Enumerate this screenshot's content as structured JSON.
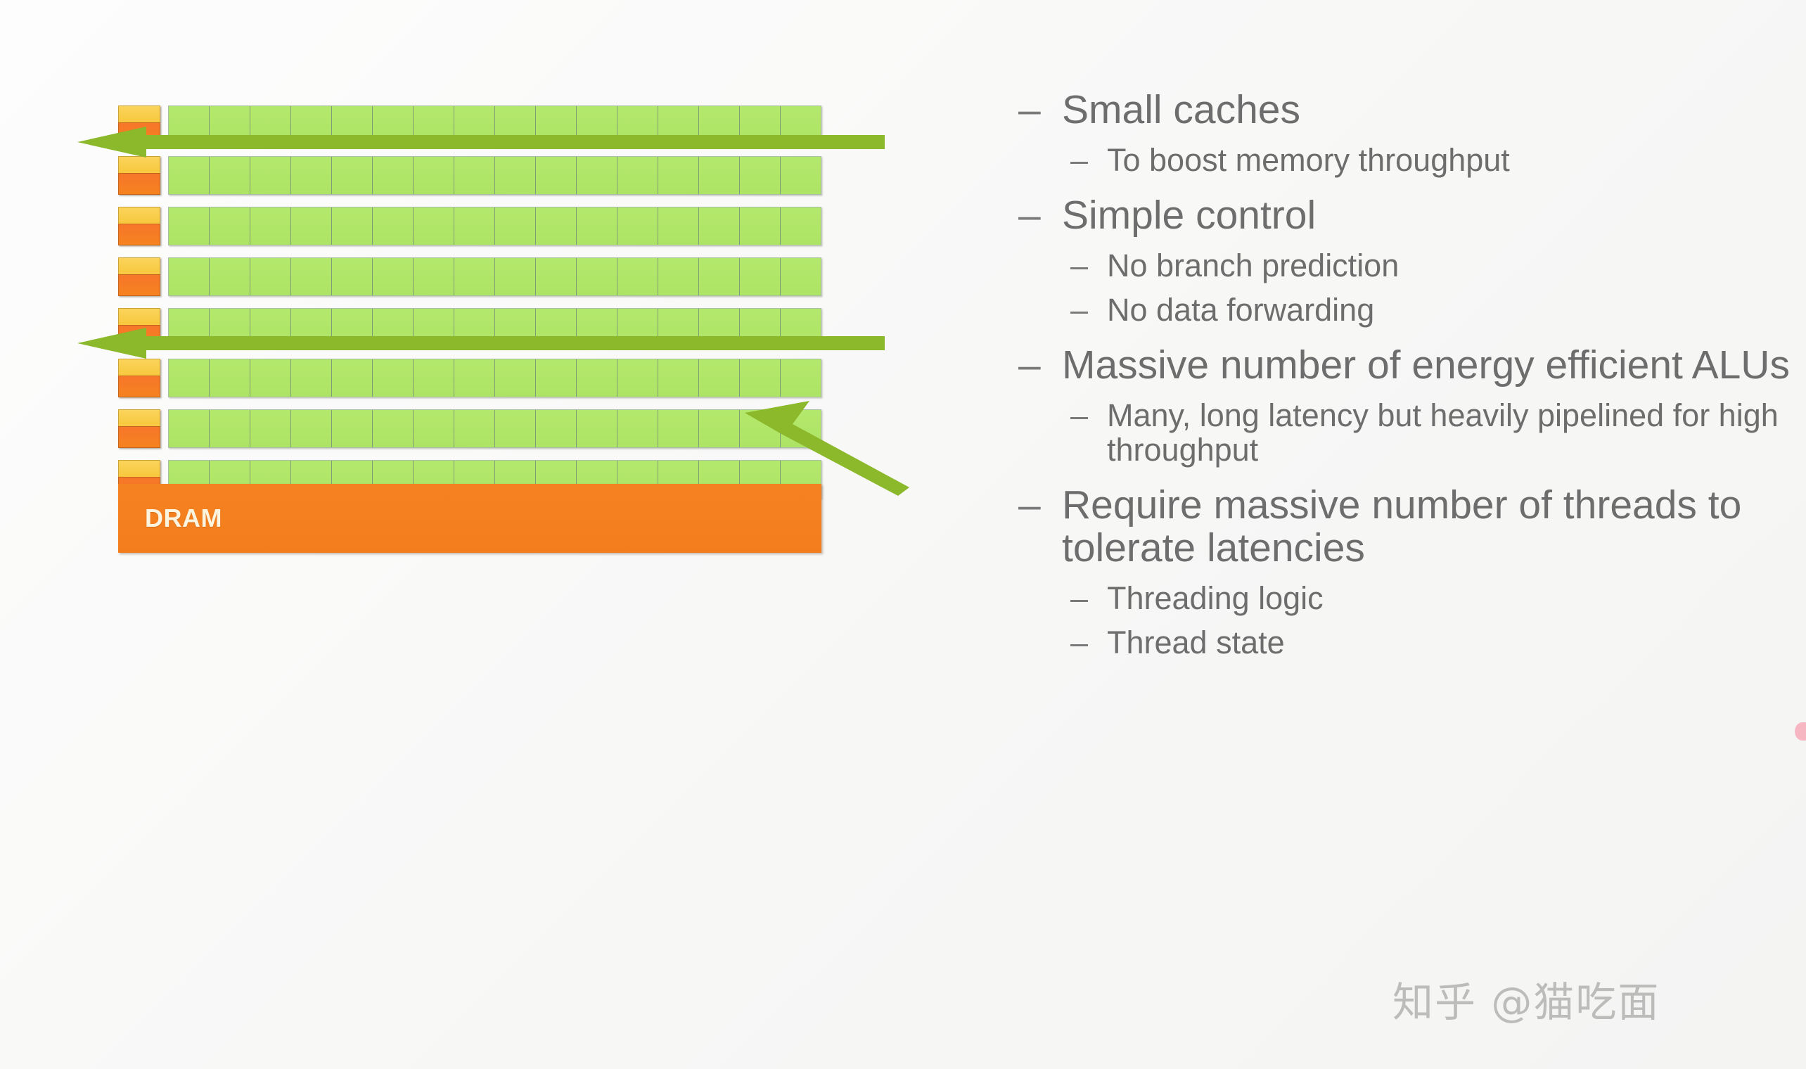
{
  "slide": {
    "background_color": "#f7f7f6"
  },
  "diagram": {
    "name": "gpu-architecture-diagram",
    "row_count": 8,
    "alu_columns": 16,
    "control_color": "#f8c83f",
    "cache_color": "#f5821f",
    "alu_color": "#aee465",
    "arrow_color": "#8cb82b",
    "memory_arrows": [
      {
        "label": "memory-bandwidth-arrow-top",
        "row_index": 0
      },
      {
        "label": "memory-bandwidth-arrow-middle",
        "row_index": 3
      }
    ],
    "dram_arrow_label": "dram-access-arrow",
    "dram": {
      "label": "DRAM",
      "color": "#f58220",
      "text_color": "#fdf4e0"
    }
  },
  "bullets": {
    "dash": "–",
    "items": [
      {
        "level": 1,
        "text": "Small caches"
      },
      {
        "level": 2,
        "text": "To boost memory throughput"
      },
      {
        "level": 1,
        "text": "Simple control"
      },
      {
        "level": 2,
        "text": "No branch prediction"
      },
      {
        "level": 2,
        "text": "No data forwarding"
      },
      {
        "level": 1,
        "text": "Massive number of energy efficient ALUs"
      },
      {
        "level": 2,
        "text": "Many, long latency but heavily pipelined for high throughput"
      },
      {
        "level": 1,
        "text": "Require massive number of threads to tolerate latencies"
      },
      {
        "level": 2,
        "text": "Threading logic"
      },
      {
        "level": 2,
        "text": "Thread state"
      }
    ]
  },
  "watermark": {
    "text": "知乎 @猫吃面",
    "color": "#b9b9b9"
  }
}
